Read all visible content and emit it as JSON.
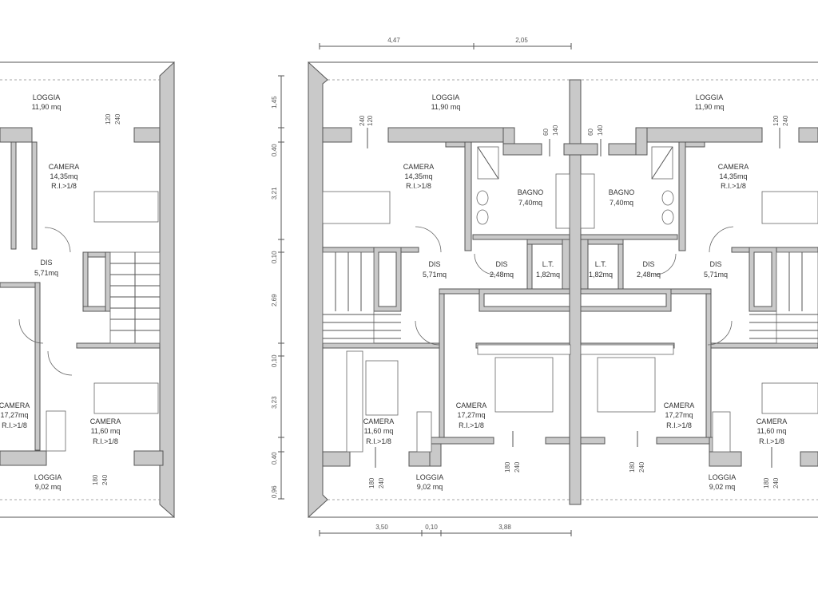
{
  "rooms": {
    "loggia_top": "LOGGIA",
    "loggia_top_area": "11,90 mq",
    "loggia_bottom": "LOGGIA",
    "loggia_bottom_area": "9,02 mq",
    "camera": "CAMERA",
    "camera_small_area": "14,35mq",
    "camera_medium_area": "11,60 mq",
    "camera_master_area": "17,27mq",
    "ri": "R.I.>1/8",
    "dis": "DIS",
    "dis_area": "5,71mq",
    "dis_small_area": "2,48mq",
    "bagno": "BAGNO",
    "bagno_area": "7,40mq",
    "lt": "L.T.",
    "lt_area": "1,82mq"
  },
  "dims": {
    "top_left": "4,47",
    "top_right": "2,05",
    "bottom_1": "3,50",
    "bottom_2": "0,10",
    "bottom_3": "3,88",
    "side": [
      "1,45",
      "0,40",
      "3,21",
      "0,10",
      "2,69",
      "0,10",
      "3,23",
      "0,40",
      "0,96"
    ],
    "window_120": "120",
    "window_240": "240",
    "window_60": "60",
    "window_140": "140",
    "window_180": "180"
  },
  "icons": [
    "door-swing-icon",
    "bed-icon",
    "shower-icon",
    "toilet-icon",
    "sink-icon",
    "stairs-icon"
  ]
}
